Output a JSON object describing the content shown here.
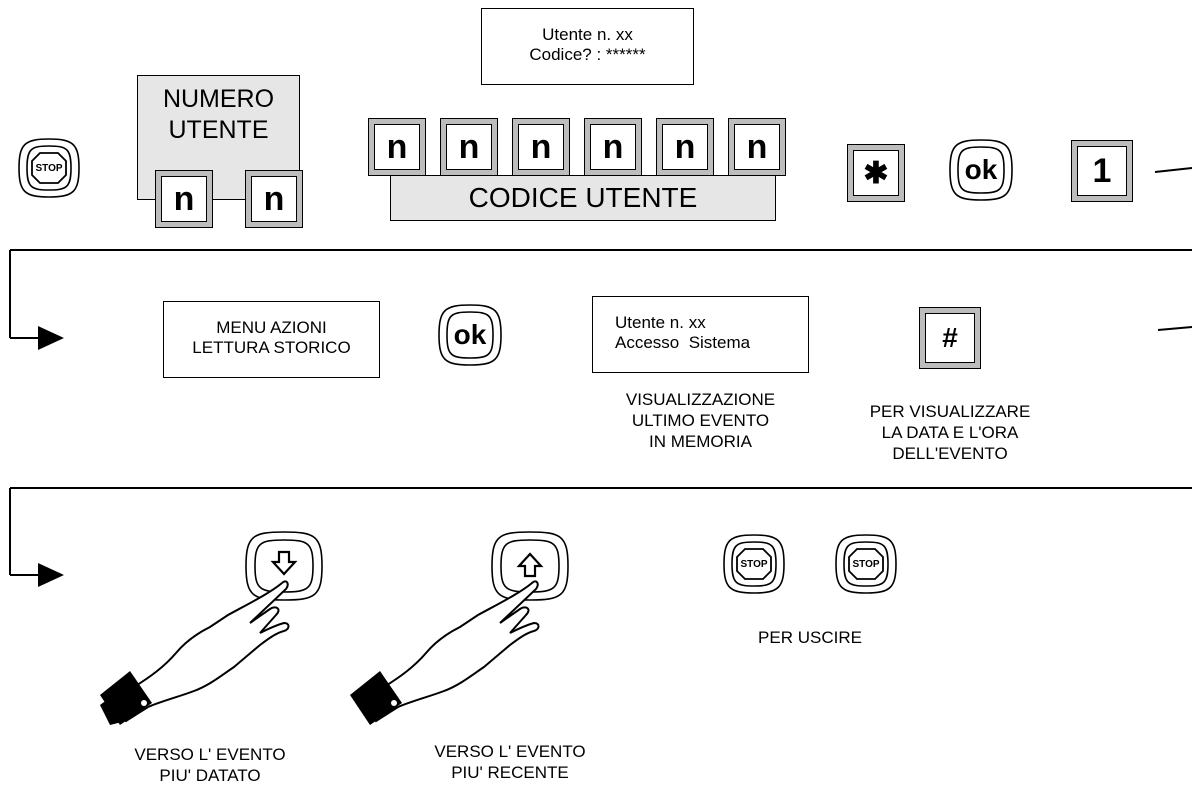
{
  "top_display": {
    "line1": "Utente n. xx",
    "line2": "Codice? : ******"
  },
  "stop_key_label": "STOP",
  "numero_utente": {
    "line1": "NUMERO",
    "line2": "UTENTE",
    "digits": [
      "n",
      "n"
    ]
  },
  "codice_utente": {
    "label": "CODICE UTENTE",
    "digits": [
      "n",
      "n",
      "n",
      "n",
      "n",
      "n"
    ]
  },
  "star_key": "✱",
  "ok_key": "ok",
  "one_key": "1",
  "menu_display": {
    "line1": "MENU AZIONI",
    "line2": "LETTURA STORICO"
  },
  "event_display": {
    "line1": "Utente n. xx",
    "line2": "Accesso  Sistema"
  },
  "event_caption": {
    "line1": "VISUALIZZAZIONE",
    "line2": "ULTIMO EVENTO",
    "line3": "IN MEMORIA"
  },
  "hash_key": "#",
  "hash_caption": {
    "line1": "PER VISUALIZZARE",
    "line2": "LA DATA E L'ORA",
    "line3": "DELL'EVENTO"
  },
  "down_caption": {
    "line1": "VERSO L' EVENTO",
    "line2": "PIU' DATATO"
  },
  "up_caption": {
    "line1": "VERSO L' EVENTO",
    "line2": "PIU' RECENTE"
  },
  "exit_caption": "PER USCIRE"
}
